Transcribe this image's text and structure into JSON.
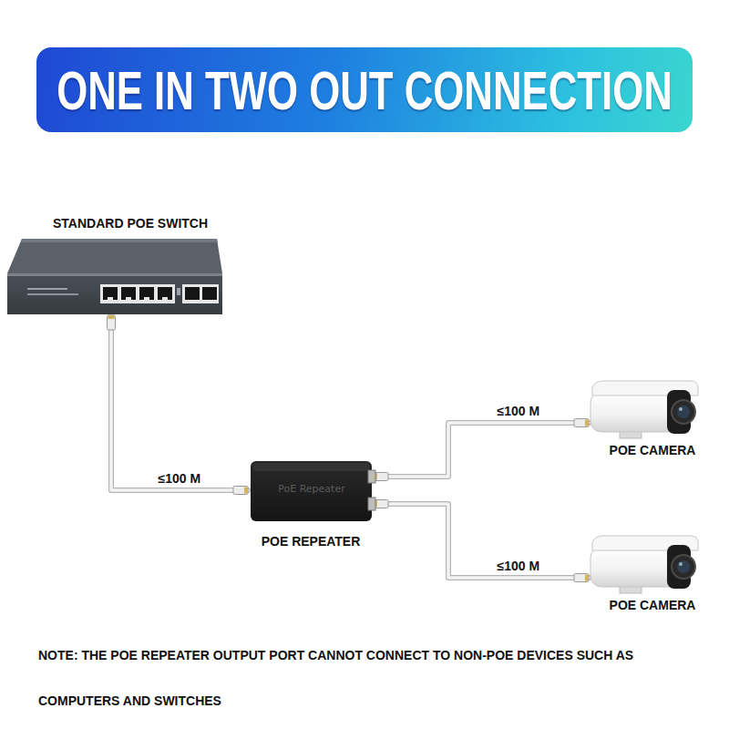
{
  "diagram": {
    "title": "ONE IN TWO OUT CONNECTION",
    "nodes": [
      {
        "text": [
          "STANDARD POE SWITCH"
        ]
      },
      {
        "text": [
          "PoE Repeater",
          "POE REPEATER"
        ]
      },
      {
        "text": [
          "POE CAMERA"
        ]
      },
      {
        "text": [
          "POE CAMERA"
        ]
      }
    ],
    "edges": [
      {
        "from": 0,
        "to": 1,
        "arrow": "none",
        "label": "≤100 M"
      },
      {
        "from": 1,
        "to": 2,
        "arrow": "none",
        "label": "≤100 M"
      },
      {
        "from": 1,
        "to": 3,
        "arrow": "none",
        "label": "≤100 M"
      }
    ],
    "labels": [
      "NOTE: THE POE REPEATER OUTPUT PORT CANNOT CONNECT TO NON-POE DEVICES SUCH AS COMPUTERS AND SWITCHES"
    ]
  }
}
